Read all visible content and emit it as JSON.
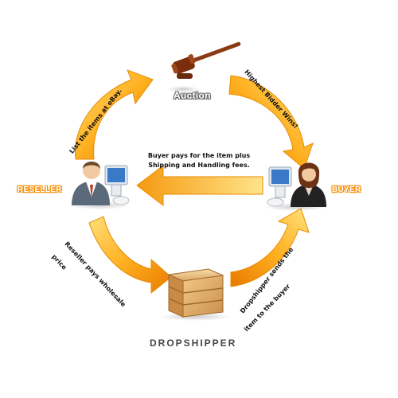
{
  "nodes": {
    "auction": "Auction",
    "reseller": "RESELLER",
    "buyer": "BUYER",
    "dropshipper": "DROPSHIPPER"
  },
  "flows": {
    "list_items": "List the items at eBay.",
    "highest_bidder": "Highest Bidder Wins!",
    "buyer_pays_line1": "Buyer pays for the item plus",
    "buyer_pays_line2": "Shipping and Handling fees.",
    "reseller_pays_line1": "Reseller pays wholesale",
    "reseller_pays_line2": "price",
    "dropshipper_sends_line1": "Dropshipper sends the",
    "dropshipper_sends_line2": "item to the buyer"
  },
  "colors": {
    "arrow_light": "#ffd35a",
    "arrow_dark": "#f08a00",
    "label_orange": "#ff9a1a"
  }
}
